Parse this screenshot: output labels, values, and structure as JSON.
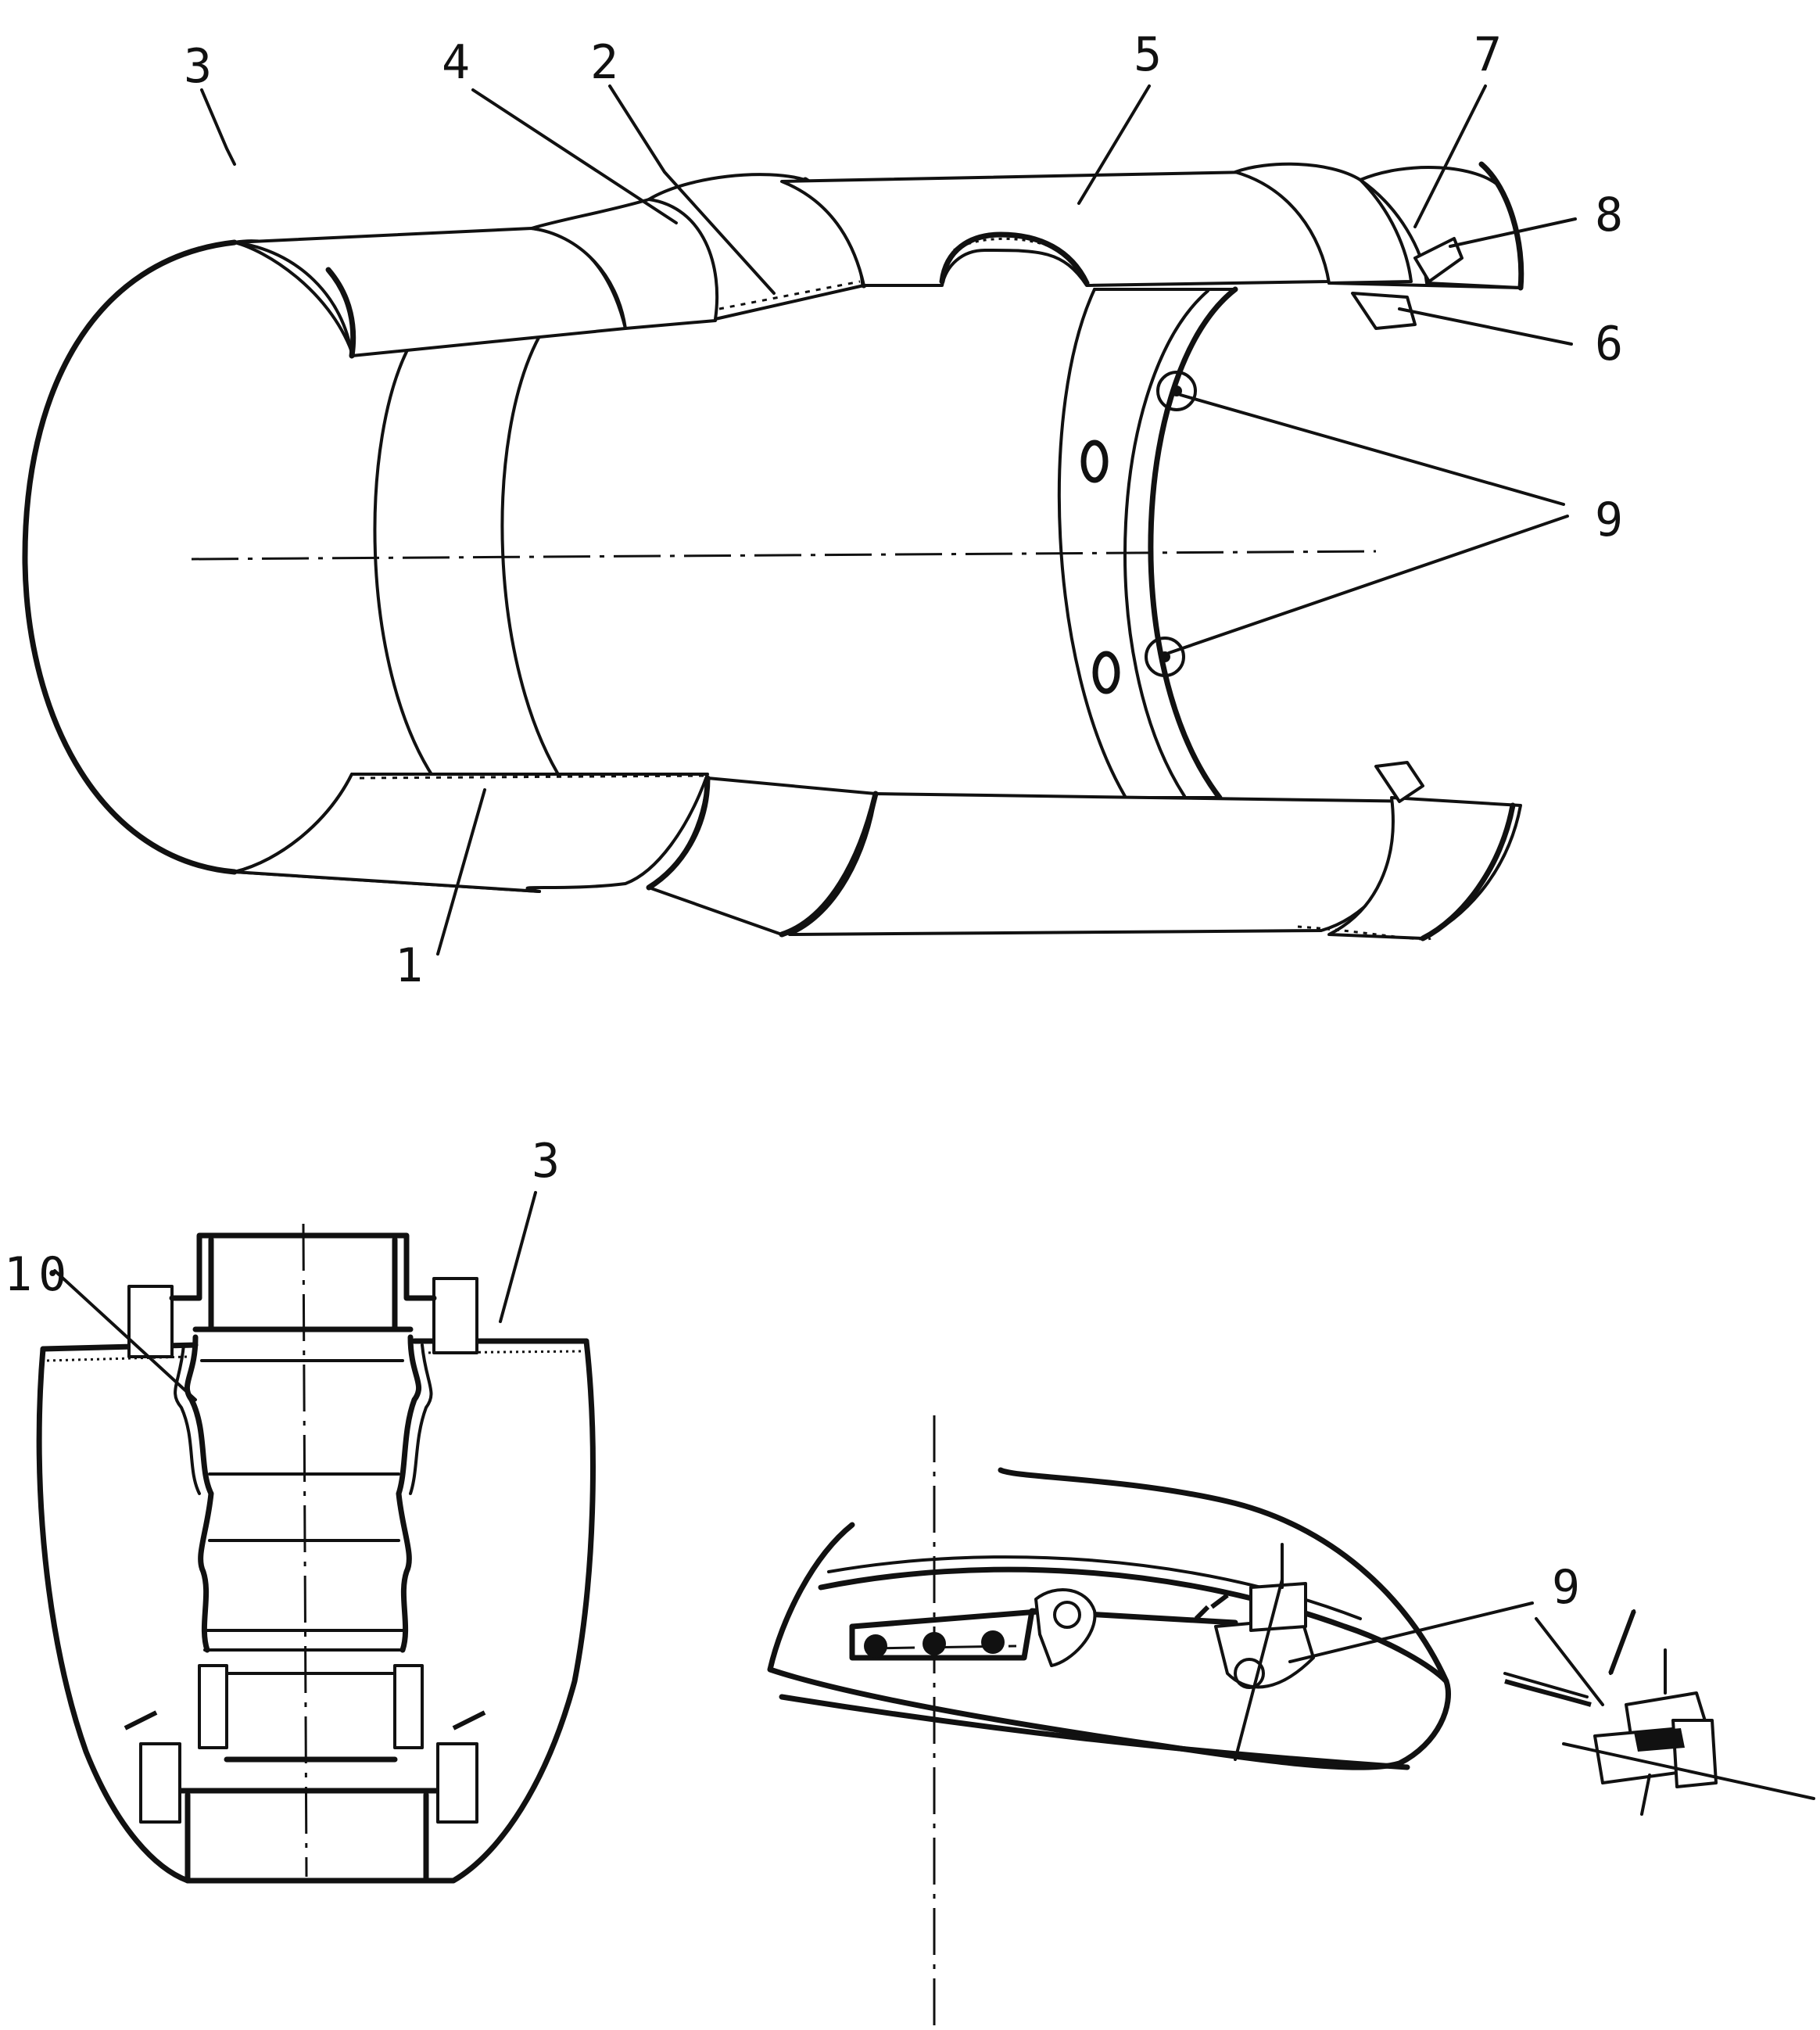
{
  "figure": {
    "callouts": [
      {
        "id": "c3",
        "text": "3"
      },
      {
        "id": "c4",
        "text": "4"
      },
      {
        "id": "c2",
        "text": "2"
      },
      {
        "id": "c5",
        "text": "5"
      },
      {
        "id": "c7",
        "text": "7"
      },
      {
        "id": "c8",
        "text": "8"
      },
      {
        "id": "c6",
        "text": "6"
      },
      {
        "id": "c9a",
        "text": "9"
      },
      {
        "id": "c1",
        "text": "1"
      },
      {
        "id": "c3b",
        "text": "3"
      },
      {
        "id": "c10",
        "text": "10"
      },
      {
        "id": "c9b",
        "text": "9"
      }
    ]
  }
}
